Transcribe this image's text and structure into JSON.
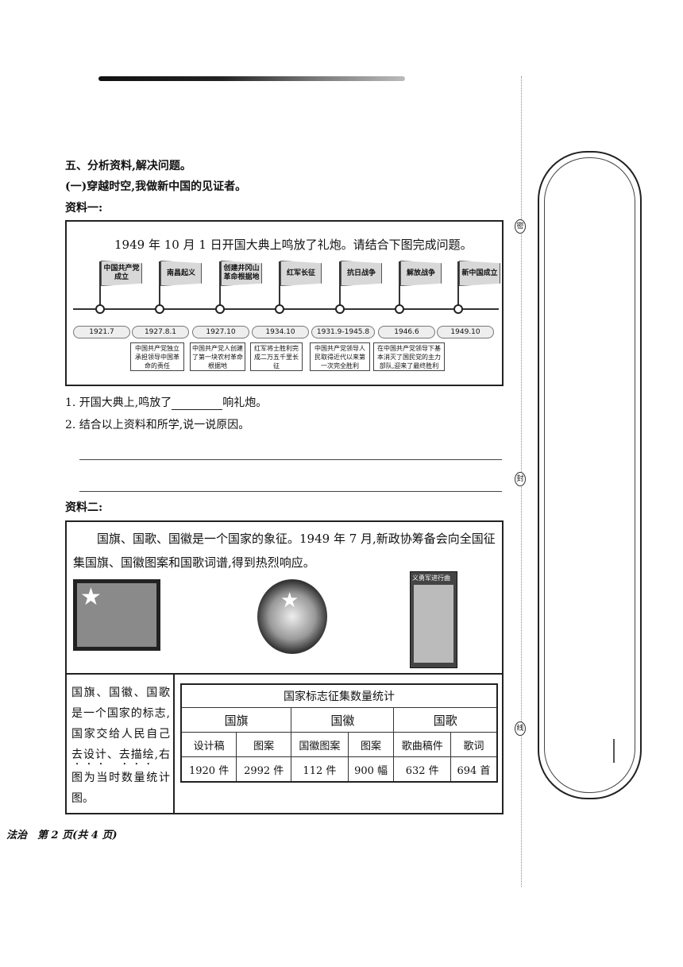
{
  "section": {
    "heading": "五、分析资料,解决问题。",
    "subheading": "(一)穿越时空,我做新中国的见证者。",
    "material1_label": "资料一:",
    "material2_label": "资料二:"
  },
  "material1": {
    "intro": "1949 年 10 月 1 日开国大典上鸣放了礼炮。请结合下图完成问题。",
    "events": [
      {
        "flag": "中国共产党成立",
        "date": "1921.7",
        "desc": ""
      },
      {
        "flag": "南昌起义",
        "date": "1927.8.1",
        "desc": "中国共产党独立承担领导中国革命的责任"
      },
      {
        "flag": "创建井冈山革命根据地",
        "date": "1927.10",
        "desc": "中国共产党人创建了第一块农村革命根据地"
      },
      {
        "flag": "红军长征",
        "date": "1934.10",
        "desc": "红军将士胜利完成二万五千里长征"
      },
      {
        "flag": "抗日战争",
        "date": "1931.9-1945.8",
        "desc": "中国共产党领导人民取得近代以来第一次完全胜利"
      },
      {
        "flag": "解放战争",
        "date": "1946.6",
        "desc": "在中国共产党领导下基本消灭了国民党的主力部队,迎来了最终胜利"
      },
      {
        "flag": "新中国成立",
        "date": "1949.10",
        "desc": ""
      }
    ]
  },
  "questions": {
    "q1_before": "1. 开国大典上,鸣放了",
    "q1_after": "响礼炮。",
    "q2": "2. 结合以上资料和所学,说一说原因。"
  },
  "material2": {
    "paragraph": "国旗、国歌、国徽是一个国家的象征。1949 年 7 月,新政协筹备会向全国征集国旗、国徽图案和国歌词谱,得到热烈响应。",
    "score_title": "义勇军进行曲",
    "side_text_a": "国旗、国徽、国歌是一个国家的标志,国家交给人民自己",
    "side_text_emph": "去设计",
    "side_text_b": "、",
    "side_text_emph2": "去描绘",
    "side_text_c": ",右图为当时数量统计图。",
    "table": {
      "caption": "国家标志征集数量统计",
      "groups": [
        "国旗",
        "国徽",
        "国歌"
      ],
      "headers": [
        "设计稿",
        "图案",
        "国徽图案",
        "图案",
        "歌曲稿件",
        "歌词"
      ],
      "values": [
        "1920 件",
        "2992 件",
        "112 件",
        "900 幅",
        "632 件",
        "694 首"
      ]
    }
  },
  "footer": "法治　第 2 页(共 4 页)",
  "margin_marks": [
    "密",
    "封",
    "线"
  ]
}
